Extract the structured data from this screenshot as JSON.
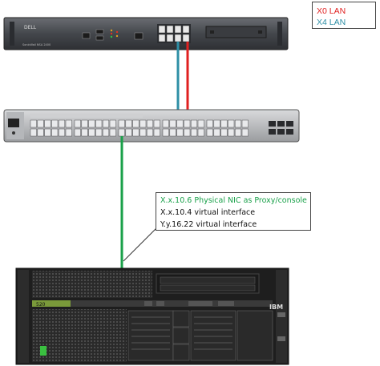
{
  "legend": {
    "x0_label": "X0 LAN",
    "x4_label": "X4 LAN",
    "x0_color": "#e02020",
    "x4_color": "#2e8fa6"
  },
  "server_annotation": {
    "line1": "X.x.10.6 Physical NIC as Proxy/console",
    "line2": "X.x.10.4 virtual interface",
    "line3": "Y.y.16.22 virtual interface",
    "line1_color": "#1aa14a"
  },
  "firewall": {
    "brand": "DELL",
    "model_text": "SonicWall NSA 2400"
  },
  "server": {
    "brand": "IBM",
    "model_badge": "520"
  },
  "links": {
    "switch_to_server_color": "#1aa14a"
  }
}
